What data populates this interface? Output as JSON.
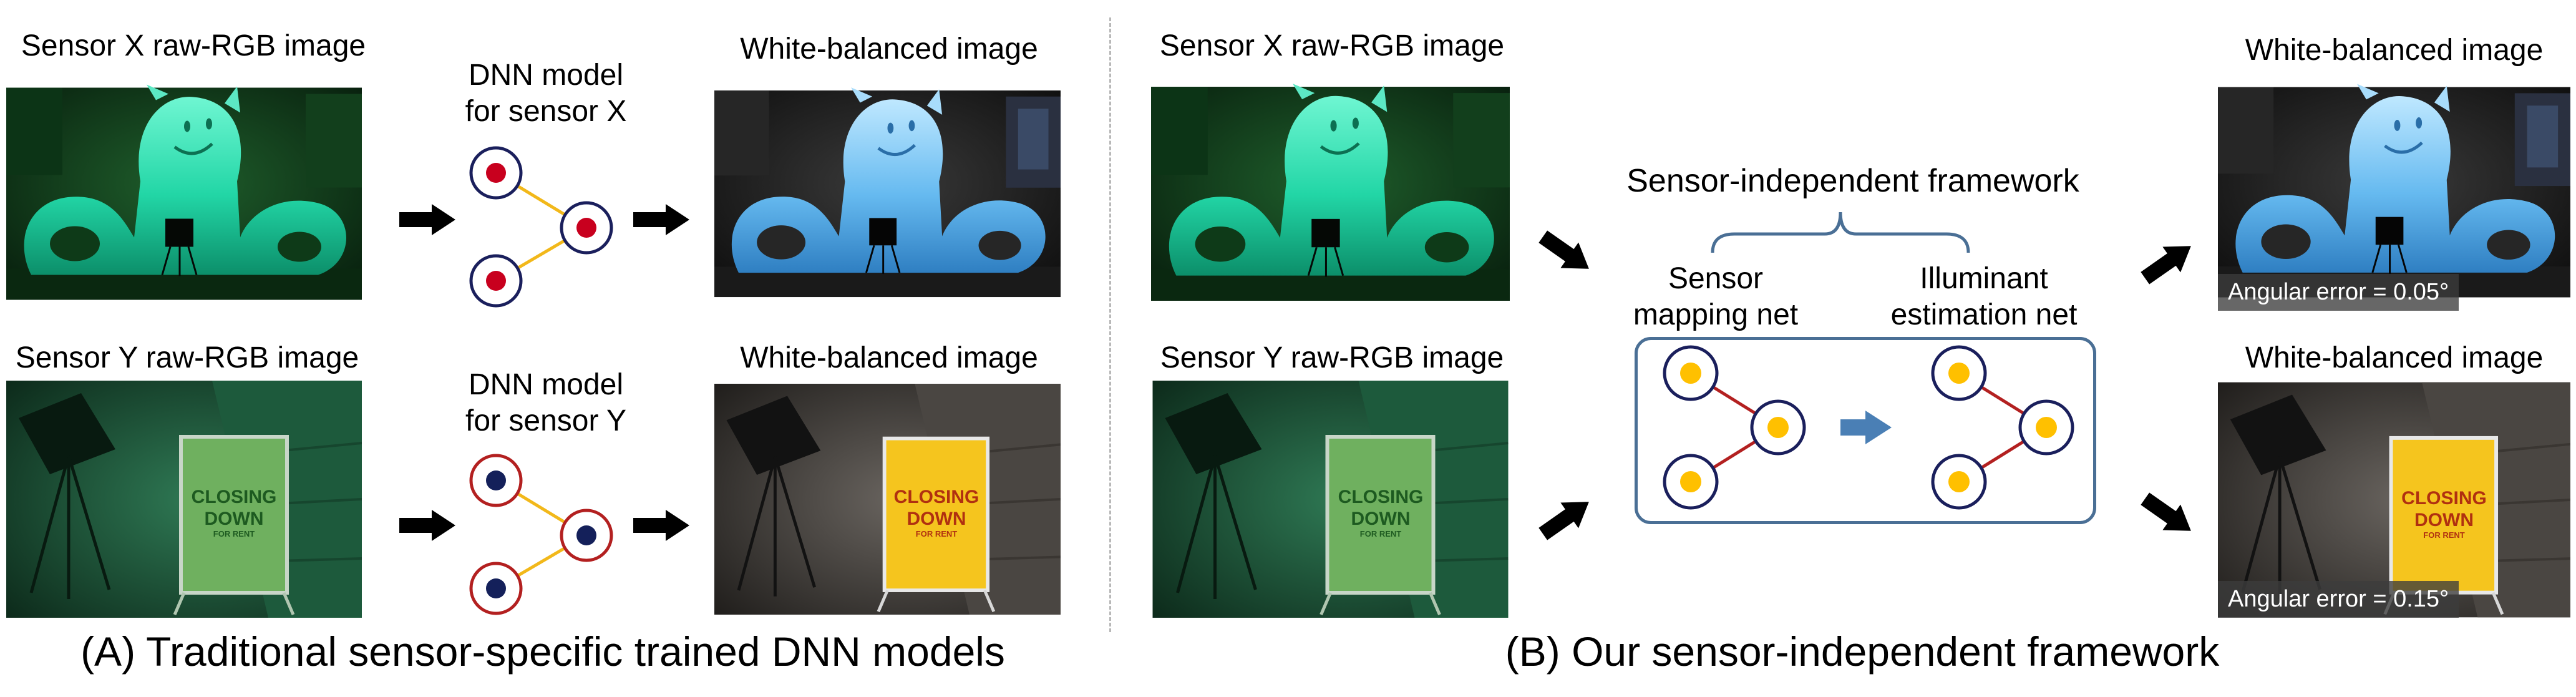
{
  "left": {
    "sensor_x_label": "Sensor X raw-RGB image",
    "sensor_y_label": "Sensor Y raw-RGB image",
    "dnn_x_line1": "DNN model",
    "dnn_x_line2": "for sensor X",
    "dnn_y_line1": "DNN model",
    "dnn_y_line2": "for sensor Y",
    "wb_label_top": "White-balanced image",
    "wb_label_bottom": "White-balanced image",
    "caption": "(A) Traditional sensor-specific trained DNN models"
  },
  "right": {
    "sensor_x_label": "Sensor X raw-RGB image",
    "sensor_y_label": "Sensor Y raw-RGB image",
    "framework_title": "Sensor-independent framework",
    "mapping_line1": "Sensor",
    "mapping_line2": "mapping net",
    "illum_line1": "Illuminant",
    "illum_line2": "estimation net",
    "wb_label_top": "White-balanced image",
    "wb_label_bottom": "White-balanced image",
    "error_top": "Angular error = 0.05°",
    "error_bottom": "Angular error = 0.15°",
    "caption": "(B) Our sensor-independent framework"
  },
  "sign_text": {
    "line1": "CLOSING",
    "line2": "DOWN",
    "line3": "FOR RENT"
  },
  "colors": {
    "node_ring": "#1a1f5c",
    "red_dot": "#c8001e",
    "navy_dot": "#14205a",
    "yellow_dot": "#ffc000",
    "yellow_edge": "#f2b81a",
    "red_edge": "#b32020",
    "box_border": "#4a6f95",
    "blue_arrow": "#4a7fb5",
    "black_arrow": "#000000"
  }
}
